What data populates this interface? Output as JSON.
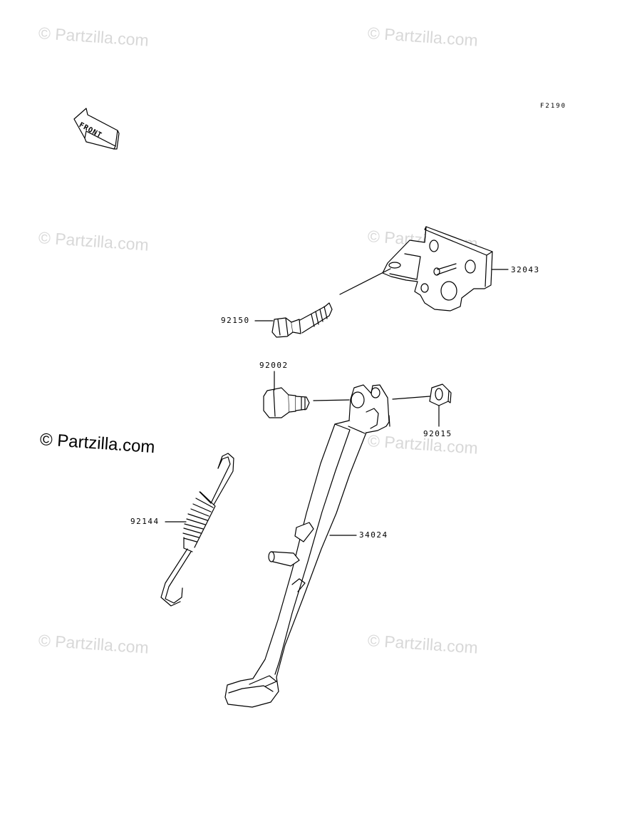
{
  "figure_code": "F2190",
  "front_indicator": "FRONT",
  "watermark": {
    "faint": "© Partzilla.com",
    "prominent": "© Partzilla.com"
  },
  "parts": {
    "bracket": {
      "number": "32043"
    },
    "bolt_bracket": {
      "number": "92150"
    },
    "pivot_bolt": {
      "number": "92002"
    },
    "nut": {
      "number": "92015"
    },
    "spring": {
      "number": "92144"
    },
    "side_stand": {
      "number": "34024"
    }
  }
}
